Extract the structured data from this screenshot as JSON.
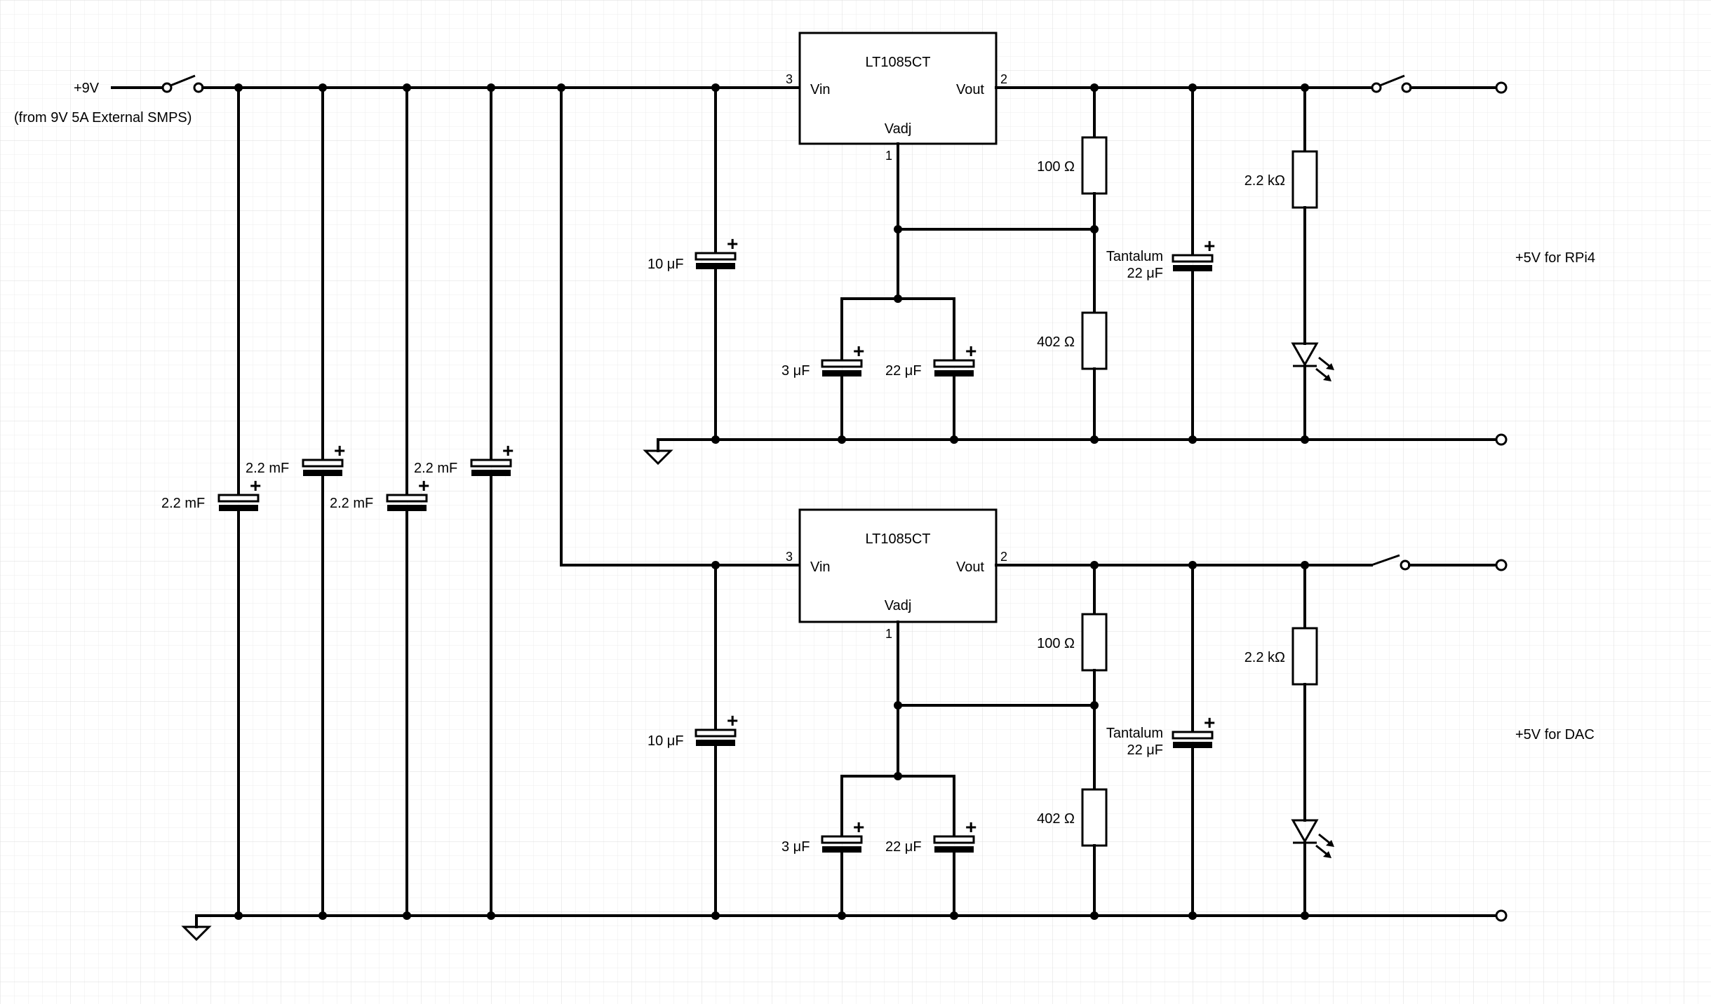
{
  "input": {
    "voltage_label": "+9V",
    "source_note": "(from 9V 5A External SMPS)"
  },
  "bulk_caps": [
    {
      "value": "2.2 mF"
    },
    {
      "value": "2.2 mF"
    },
    {
      "value": "2.2 mF"
    },
    {
      "value": "2.2 mF"
    }
  ],
  "regulators": [
    {
      "part": "LT1085CT",
      "pin_vin": "Vin",
      "pin_vout": "Vout",
      "pin_vadj": "Vadj",
      "pin_vin_num": "3",
      "pin_vout_num": "2",
      "pin_vadj_num": "1",
      "cin": "10 μF",
      "cadj_a": "3 μF",
      "cadj_b": "22 μF",
      "r_top": "100 Ω",
      "r_bottom": "402 Ω",
      "cout_line1": "Tantalum",
      "cout_line2": "22 μF",
      "r_led": "2.2 kΩ",
      "output_label": "+5V for RPi4"
    },
    {
      "part": "LT1085CT",
      "pin_vin": "Vin",
      "pin_vout": "Vout",
      "pin_vadj": "Vadj",
      "pin_vin_num": "3",
      "pin_vout_num": "2",
      "pin_vadj_num": "1",
      "cin": "10 μF",
      "cadj_a": "3 μF",
      "cadj_b": "22 μF",
      "r_top": "100 Ω",
      "r_bottom": "402 Ω",
      "cout_line1": "Tantalum",
      "cout_line2": "22 μF",
      "r_led": "2.2 kΩ",
      "output_label": "+5V for DAC"
    }
  ],
  "polarity_mark": "+",
  "icons": {
    "ground": "ground-icon",
    "switch": "spst-switch-icon",
    "led": "led-icon",
    "capacitor": "polarized-capacitor-icon",
    "resistor": "resistor-icon",
    "terminal": "terminal-icon"
  }
}
